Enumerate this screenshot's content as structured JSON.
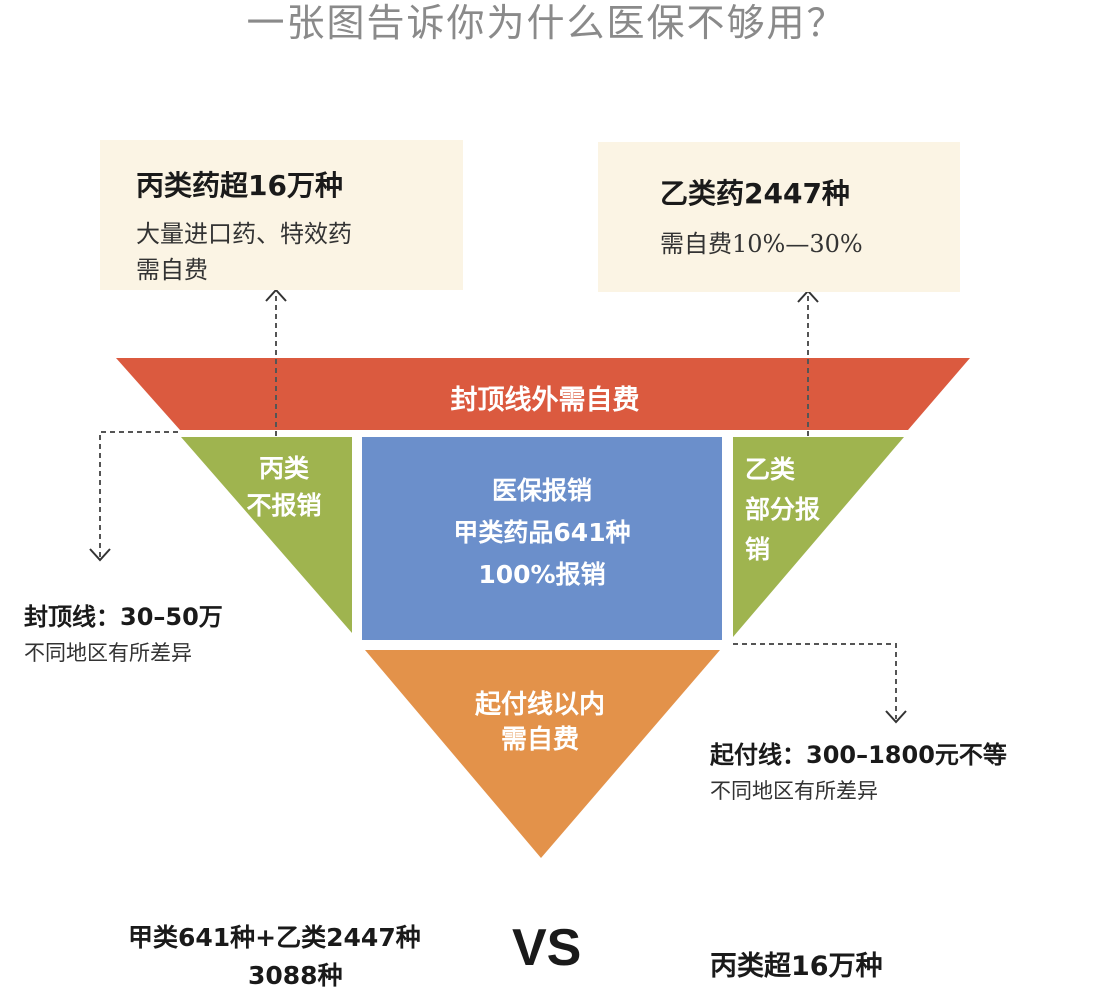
{
  "title": "一张图告诉你为什么医保不够用？",
  "boxes": {
    "class_c": {
      "heading": "丙类药超16万种",
      "line1": "大量进口药、特效药",
      "line2": "需自费"
    },
    "class_b": {
      "heading": "乙类药2447种",
      "line1": "需自费10%—30%"
    }
  },
  "funnel": {
    "top_band": "封顶线外需自费",
    "left_triangle": [
      "丙类",
      "不报销"
    ],
    "right_triangle": [
      "乙类",
      "部分报",
      "销"
    ],
    "center": [
      "医保报销",
      "甲类药品641种",
      "100%报销"
    ],
    "bottom_triangle": [
      "起付线以内",
      "需自费"
    ]
  },
  "notes": {
    "cap": {
      "heading": "封顶线：30–50万",
      "sub": "不同地区有所差异"
    },
    "deductible": {
      "heading": "起付线：300–1800元不等",
      "sub": "不同地区有所差异"
    }
  },
  "bottom": {
    "left_line1": "甲类641种+乙类2447种",
    "left_line2": "3088种",
    "vs": "VS",
    "right": "丙类超16万种"
  },
  "colors": {
    "title_gray": "#8a8a8a",
    "box_bg": "#fbf4e4",
    "red_band": "#db5a3f",
    "green": "#9fb44f",
    "blue": "#6b8fcb",
    "orange": "#e3924a",
    "dashed_line": "#555555"
  },
  "icons": [
    "arrow-up-icon",
    "arrow-down-icon"
  ]
}
